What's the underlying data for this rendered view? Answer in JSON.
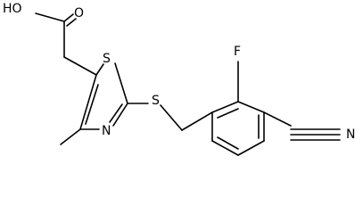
{
  "structure": {
    "atoms": {
      "hydroxyl": "HO",
      "carbonyl_oxygen": "O",
      "ring_sulfur": "S",
      "ring_nitrogen": "N",
      "thioether_sulfur": "S",
      "fluorine": "F",
      "nitrile_nitrogen": "N"
    }
  },
  "colors": {
    "ink": "#000000",
    "background": "#ffffff"
  }
}
